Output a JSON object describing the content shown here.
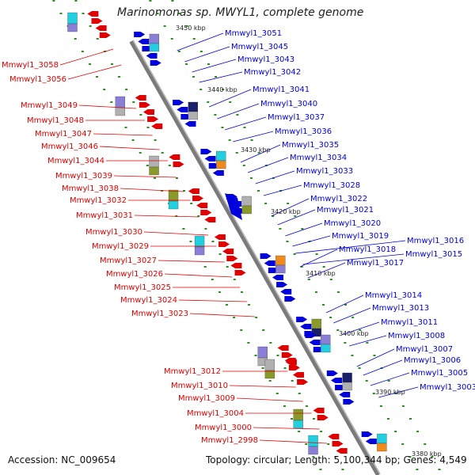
{
  "title": "Marinomonas sp. MWYL1, complete genome",
  "footer": {
    "accession": "Accession: NC_009654",
    "summary": "Topology: circular; Length: 5,100,344 bp; Genes: 4,549"
  },
  "colors": {
    "backbone": "#888888",
    "tick": "#2e8b22",
    "left_genes": "#e00000",
    "right_genes": "#0000dd",
    "cog_cyan": "#22cfe0",
    "cog_purple": "#8a7fd6",
    "cog_gray": "#b0b0b0",
    "cog_olive": "#8a9a2a",
    "cog_orange": "#f08a1a",
    "cog_navy": "#1a1f6a"
  },
  "kbp_labels": [
    "3450 kbp",
    "3440 kbp",
    "3430 kbp",
    "3420 kbp",
    "3410 kbp",
    "3400 kbp",
    "3390 kbp",
    "3380 kbp"
  ],
  "left_labels": [
    "Mmwyl1_3058",
    "Mmwyl1_3056",
    "Mmwyl1_3049",
    "Mmwyl1_3048",
    "Mmwyl1_3047",
    "Mmwyl1_3046",
    "Mmwyl1_3044",
    "Mmwyl1_3039",
    "Mmwyl1_3038",
    "Mmwyl1_3032",
    "Mmwyl1_3031",
    "Mmwyl1_3030",
    "Mmwyl1_3029",
    "Mmwyl1_3027",
    "Mmwyl1_3026",
    "Mmwyl1_3025",
    "Mmwyl1_3024",
    "Mmwyl1_3023",
    "Mmwyl1_3012",
    "Mmwyl1_3010",
    "Mmwyl1_3009",
    "Mmwyl1_3004",
    "Mmwyl1_3000",
    "Mmwyl1_2998"
  ],
  "right_labels": [
    "Mmwyl1_3051",
    "Mmwyl1_3045",
    "Mmwyl1_3043",
    "Mmwyl1_3042",
    "Mmwyl1_3041",
    "Mmwyl1_3040",
    "Mmwyl1_3037",
    "Mmwyl1_3036",
    "Mmwyl1_3035",
    "Mmwyl1_3034",
    "Mmwyl1_3033",
    "Mmwyl1_3028",
    "Mmwyl1_3022",
    "Mmwyl1_3021",
    "Mmwyl1_3020",
    "Mmwyl1_3019",
    "Mmwyl1_3018",
    "Mmwyl1_3017",
    "Mmwyl1_3016",
    "Mmwyl1_3015",
    "Mmwyl1_3014",
    "Mmwyl1_3013",
    "Mmwyl1_3011",
    "Mmwyl1_3008",
    "Mmwyl1_3007",
    "Mmwyl1_3006",
    "Mmwyl1_3005",
    "Mmwyl1_3003"
  ]
}
